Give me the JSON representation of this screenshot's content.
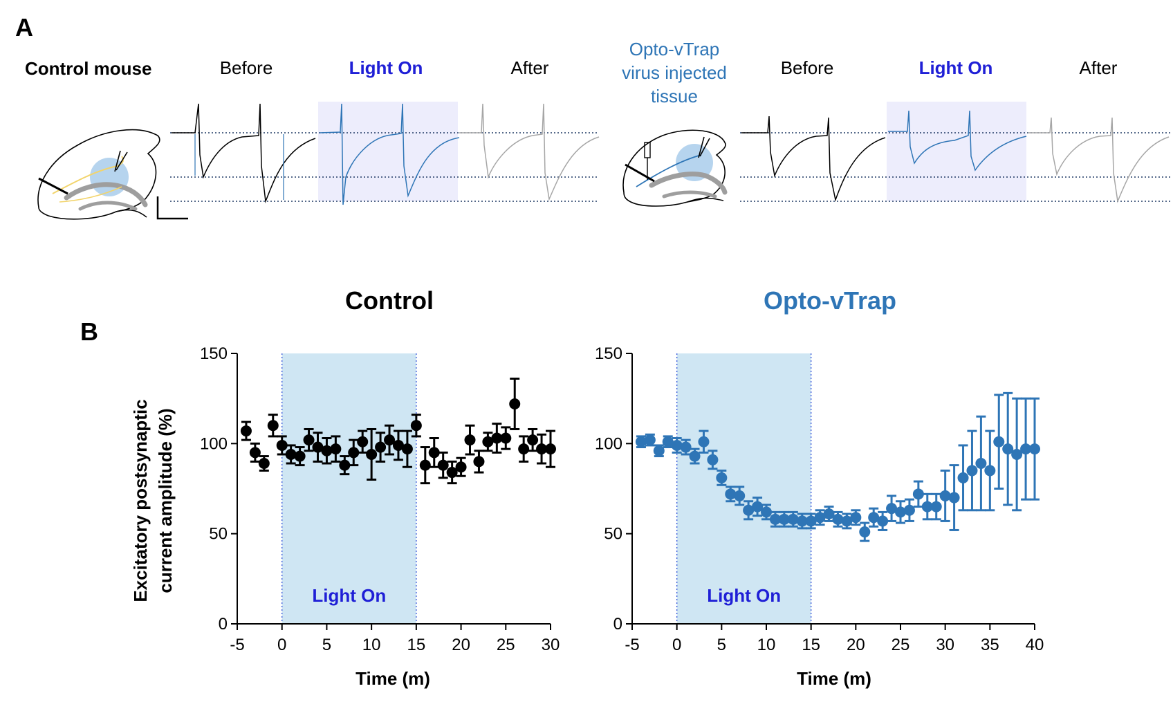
{
  "panel_a": {
    "letter": "A",
    "control": {
      "title": "Control mouse",
      "conditions": [
        "Before",
        "Light On",
        "After"
      ]
    },
    "opto": {
      "title_lines": [
        "Opto-vTrap",
        "virus injected",
        "tissue"
      ],
      "conditions": [
        "Before",
        "Light On",
        "After"
      ]
    }
  },
  "panel_b": {
    "letter": "B"
  },
  "colors": {
    "black": "#000000",
    "blue": "#2E75B6",
    "light_on_text": "#1F1FD6",
    "band": "#CFE6F3",
    "trace_band": "#EDEDFC",
    "gray": "#A6A6A6",
    "dotted": "#1F3864"
  },
  "chart_data": [
    {
      "type": "scatter",
      "title": "Control",
      "xlabel": "Time (m)",
      "ylabel": [
        "Excitatory postsynaptic",
        "current amplitude  (%)"
      ],
      "xlim": [
        -5,
        30
      ],
      "ylim": [
        0,
        150
      ],
      "xticks": [
        -5,
        0,
        5,
        10,
        15,
        20,
        25,
        30
      ],
      "yticks": [
        0,
        50,
        100,
        150
      ],
      "band": {
        "from": 0,
        "to": 15,
        "label": "Light On"
      },
      "series": [
        {
          "color": "#000000",
          "x": [
            -4,
            -3,
            -2,
            -1,
            0,
            1,
            2,
            3,
            4,
            5,
            6,
            7,
            8,
            9,
            10,
            11,
            12,
            13,
            14,
            15,
            16,
            17,
            18,
            19,
            20,
            21,
            22,
            23,
            24,
            25,
            26,
            27,
            28,
            29,
            30
          ],
          "y": [
            107,
            95,
            89,
            110,
            99,
            94,
            93,
            102,
            98,
            96,
            97,
            88,
            95,
            101,
            94,
            98,
            102,
            99,
            97,
            110,
            88,
            95,
            88,
            84,
            87,
            102,
            90,
            101,
            103,
            103,
            122,
            97,
            102,
            97,
            97
          ],
          "err": [
            5,
            5,
            4,
            6,
            5,
            5,
            5,
            6,
            8,
            7,
            7,
            5,
            7,
            6,
            14,
            8,
            8,
            8,
            10,
            6,
            10,
            8,
            7,
            6,
            5,
            8,
            6,
            5,
            8,
            6,
            14,
            7,
            6,
            8,
            10
          ]
        }
      ]
    },
    {
      "type": "scatter",
      "title": "Opto-vTrap",
      "xlabel": "Time (m)",
      "ylim": [
        0,
        150
      ],
      "xlim": [
        -5,
        40
      ],
      "xticks": [
        -5,
        0,
        5,
        10,
        15,
        20,
        25,
        30,
        35,
        40
      ],
      "yticks": [
        0,
        50,
        100,
        150
      ],
      "band": {
        "from": 0,
        "to": 15,
        "label": "Light On"
      },
      "series": [
        {
          "color": "#2E75B6",
          "x": [
            -4,
            -3,
            -2,
            -1,
            0,
            1,
            2,
            3,
            4,
            5,
            6,
            7,
            8,
            9,
            10,
            11,
            12,
            13,
            14,
            15,
            16,
            17,
            18,
            19,
            20,
            21,
            22,
            23,
            24,
            25,
            26,
            27,
            28,
            29,
            30,
            31,
            32,
            33,
            34,
            35,
            36,
            37,
            38,
            39,
            40
          ],
          "y": [
            101,
            102,
            96,
            101,
            99,
            98,
            93,
            101,
            91,
            81,
            72,
            71,
            63,
            65,
            62,
            58,
            58,
            58,
            57,
            57,
            59,
            61,
            58,
            57,
            59,
            51,
            59,
            57,
            64,
            62,
            63,
            72,
            65,
            65,
            71,
            70,
            81,
            85,
            89,
            85,
            101,
            97,
            94,
            97,
            97
          ],
          "err": [
            3,
            3,
            3,
            3,
            4,
            4,
            4,
            6,
            5,
            4,
            4,
            5,
            5,
            5,
            4,
            4,
            4,
            4,
            4,
            4,
            4,
            4,
            4,
            4,
            4,
            5,
            5,
            5,
            7,
            6,
            6,
            7,
            7,
            7,
            14,
            18,
            18,
            22,
            26,
            22,
            26,
            31,
            31,
            28,
            28
          ]
        }
      ]
    }
  ]
}
